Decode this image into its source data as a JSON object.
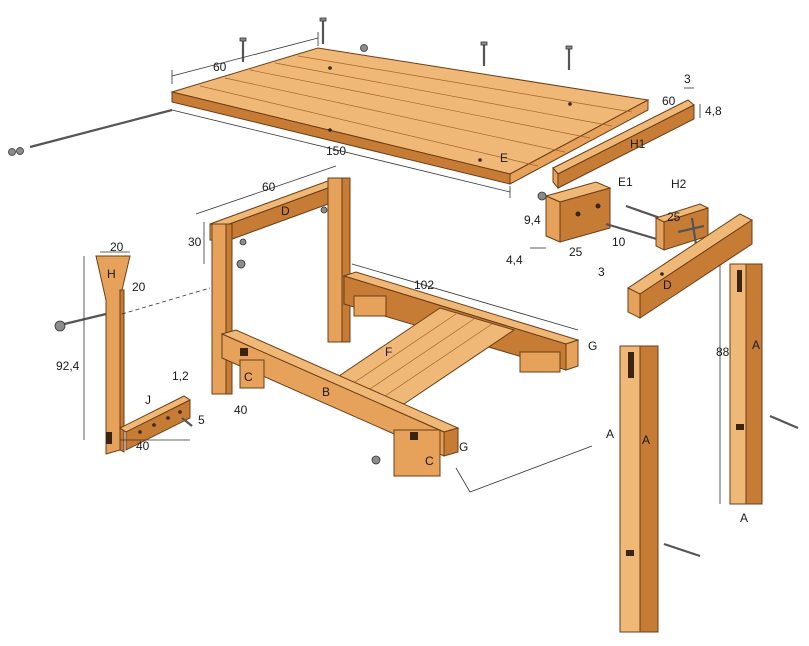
{
  "labels": {
    "E": "E",
    "H1": "H1",
    "E1": "E1",
    "H2": "H2",
    "D_top": "D",
    "D_right": "D",
    "H": "H",
    "J": "J",
    "B": "B",
    "C_left": "C",
    "C_right": "C",
    "F": "F",
    "G_top": "G",
    "G_bottom": "G",
    "A_left1": "A",
    "A_left2": "A",
    "A_right1": "A",
    "A_right2": "A"
  },
  "dimensions": {
    "top_width": "60",
    "top_length": "150",
    "h1_3": "3",
    "h1_60": "60",
    "h1_48": "4,8",
    "e1_94": "9,4",
    "e1_44": "4,4",
    "e1_25": "25",
    "h2_25": "25",
    "h2_10": "10",
    "h2_3": "3",
    "frame_60": "60",
    "frame_30": "30",
    "rail_102": "102",
    "h_20a": "20",
    "h_20b": "20",
    "h_924": "92,4",
    "j_12": "1,2",
    "j_40a": "40",
    "j_5": "5",
    "j_40b": "40",
    "leg_88": "88"
  }
}
